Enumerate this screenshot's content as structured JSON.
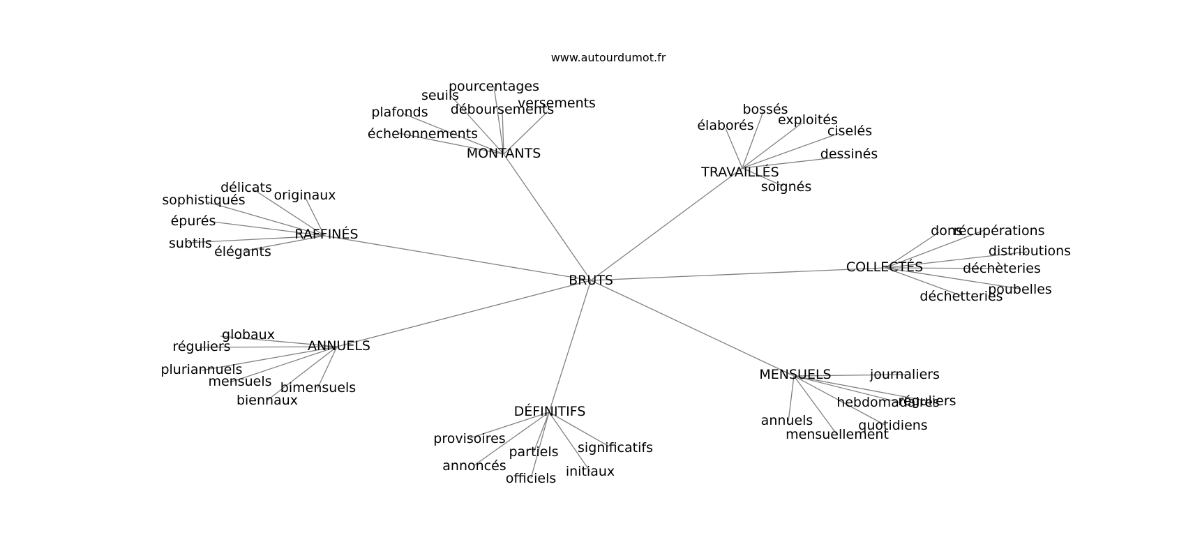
{
  "header": {
    "source": "www.autourdumot.fr"
  },
  "graph": {
    "center": "BRUTS",
    "clusters": [
      {
        "hub": "MONTANTS",
        "leaves": [
          "pourcentages",
          "seuils",
          "versements",
          "déboursements",
          "plafonds",
          "échelonnements"
        ]
      },
      {
        "hub": "TRAVAILLÉS",
        "leaves": [
          "bossés",
          "élaborés",
          "exploités",
          "ciselés",
          "dessinés",
          "soignés"
        ]
      },
      {
        "hub": "RAFFINÉS",
        "leaves": [
          "délicats",
          "originaux",
          "sophistiqués",
          "épurés",
          "subtils",
          "élégants"
        ]
      },
      {
        "hub": "COLLECTÉS",
        "leaves": [
          "dons",
          "récupérations",
          "distributions",
          "déchèteries",
          "poubelles",
          "déchetteries"
        ]
      },
      {
        "hub": "ANNUELS",
        "leaves": [
          "globaux",
          "réguliers",
          "pluriannuels",
          "mensuels",
          "bimensuels",
          "biennaux"
        ]
      },
      {
        "hub": "MENSUELS",
        "leaves": [
          "journaliers",
          "hebdomadaires",
          "réguliers",
          "annuels",
          "quotidiens",
          "mensuellement"
        ]
      },
      {
        "hub": "DÉFINITIFS",
        "leaves": [
          "provisoires",
          "significatifs",
          "partiels",
          "annoncés",
          "initiaux",
          "officiels"
        ]
      }
    ]
  }
}
